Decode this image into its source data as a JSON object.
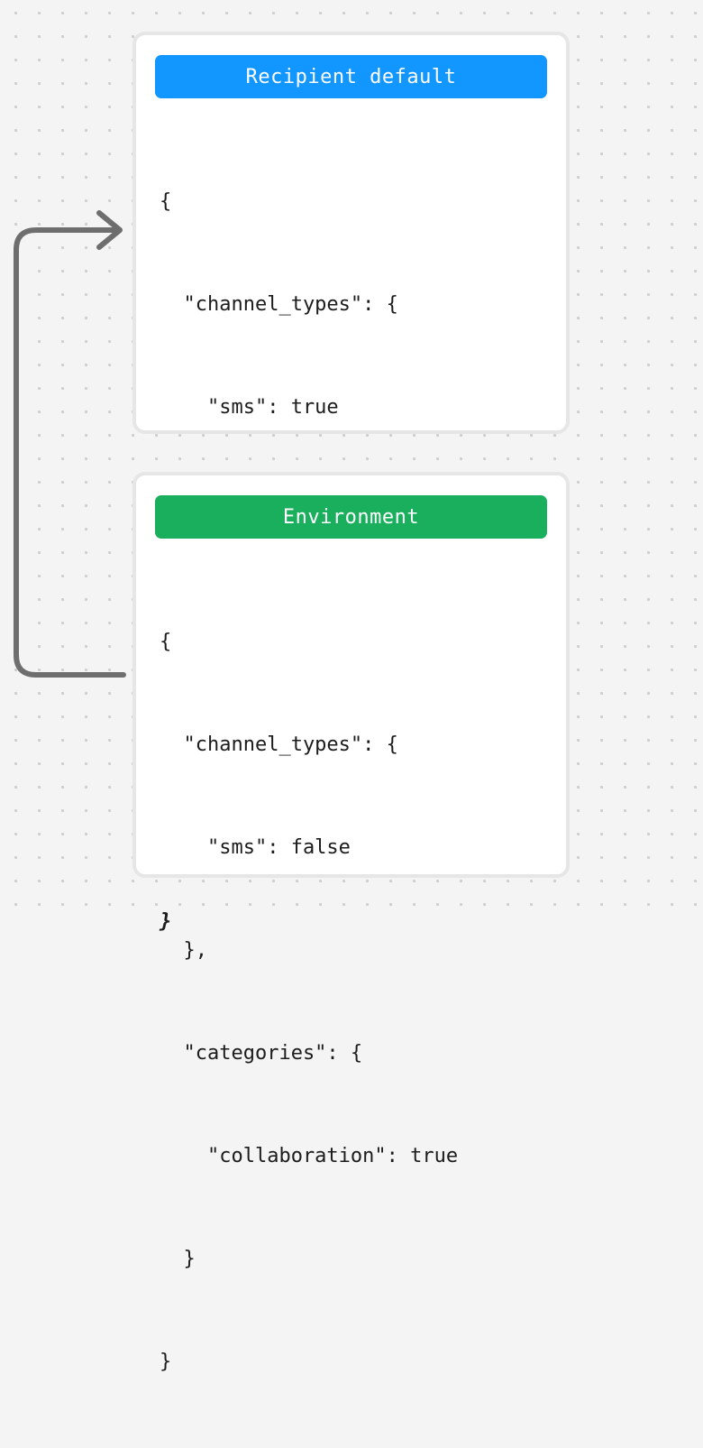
{
  "background": {
    "color": "#f4f4f4",
    "dot_color": "#cfcfcf",
    "pattern": "dot-grid"
  },
  "connector": {
    "name": "inheritance-arrow",
    "color": "#6e6e6e",
    "stroke_width": 6,
    "direction": "from-environment-card-to-recipient-default-card",
    "arrowhead": "right"
  },
  "cards": [
    {
      "id": "recipient-default",
      "header": {
        "label": "Recipient default",
        "background": "#1296ff",
        "text_color": "#ffffff"
      },
      "code_lines": [
        {
          "text": "{",
          "emphasis": false
        },
        {
          "text": "  \"channel_types\": {",
          "emphasis": false
        },
        {
          "text": "    \"sms\": true",
          "emphasis": false
        },
        {
          "text": "  },",
          "emphasis": false
        },
        {
          "text": "  \"categories\": {",
          "emphasis": true
        },
        {
          "text": "    \"collaboration\": true",
          "emphasis": true
        },
        {
          "text": "  }",
          "emphasis": true
        },
        {
          "text": "}",
          "emphasis": true
        }
      ]
    },
    {
      "id": "environment",
      "header": {
        "label": "Environment",
        "background": "#1aaf5d",
        "text_color": "#ffffff"
      },
      "code_lines": [
        {
          "text": "{",
          "emphasis": false
        },
        {
          "text": "  \"channel_types\": {",
          "emphasis": false
        },
        {
          "text": "    \"sms\": false",
          "emphasis": false
        },
        {
          "text": "  },",
          "emphasis": false
        },
        {
          "text": "  \"categories\": {",
          "emphasis": false
        },
        {
          "text": "    \"collaboration\": true",
          "emphasis": false
        },
        {
          "text": "  }",
          "emphasis": false
        },
        {
          "text": "}",
          "emphasis": false
        }
      ]
    }
  ]
}
